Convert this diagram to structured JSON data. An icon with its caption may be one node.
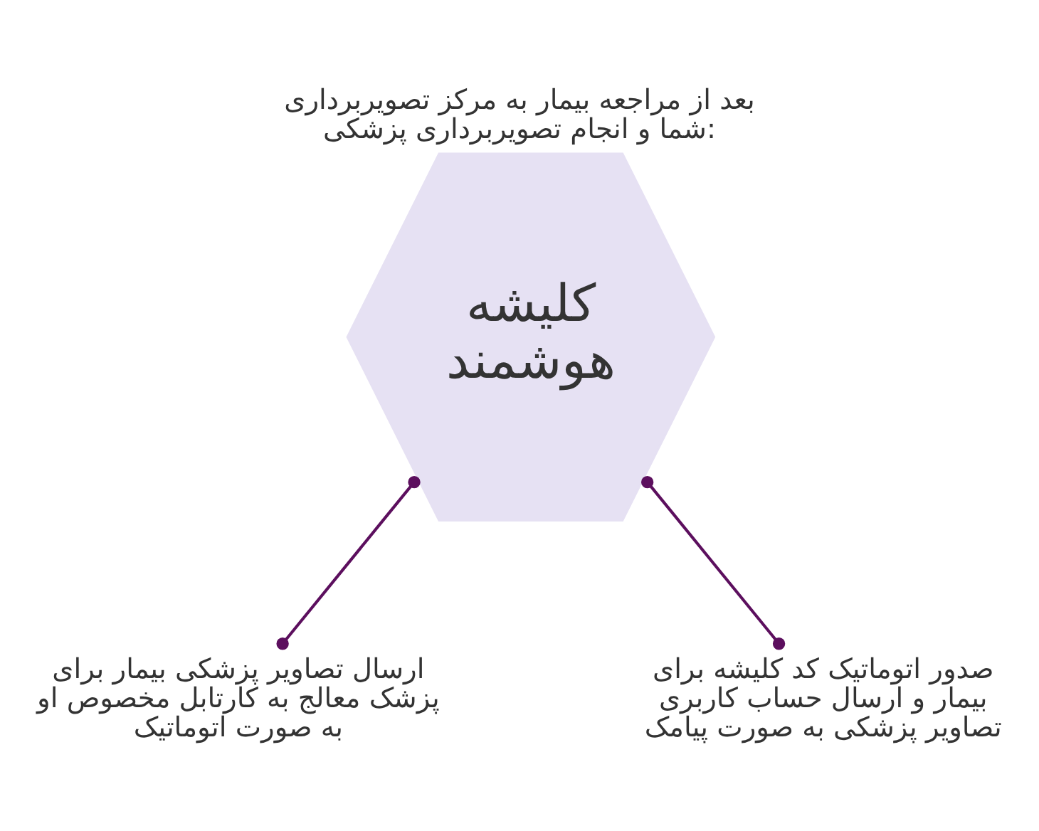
{
  "diagram": {
    "title": "بعد از مراجعه بیمار به مرکز تصویربرداری شما و انجام تصویربرداری پزشکی:",
    "nodes": [
      {
        "text": [
          "کلیشه هوشمند"
        ]
      },
      {
        "text": [
          "ارسال تصاویر پزشکی بیمار برای پزشک معالج به کارتابل مخصوص او به صورت اتوماتیک"
        ]
      },
      {
        "text": [
          "صدور اتوماتیک کد کلیشه برای بیمار و ارسال حساب کاربری تصاویر پزشکی به صورت پیامک"
        ]
      }
    ],
    "edges": [
      {
        "from": 1,
        "to": 0,
        "arrow": "other"
      },
      {
        "from": 2,
        "to": 0,
        "arrow": "other"
      }
    ]
  }
}
